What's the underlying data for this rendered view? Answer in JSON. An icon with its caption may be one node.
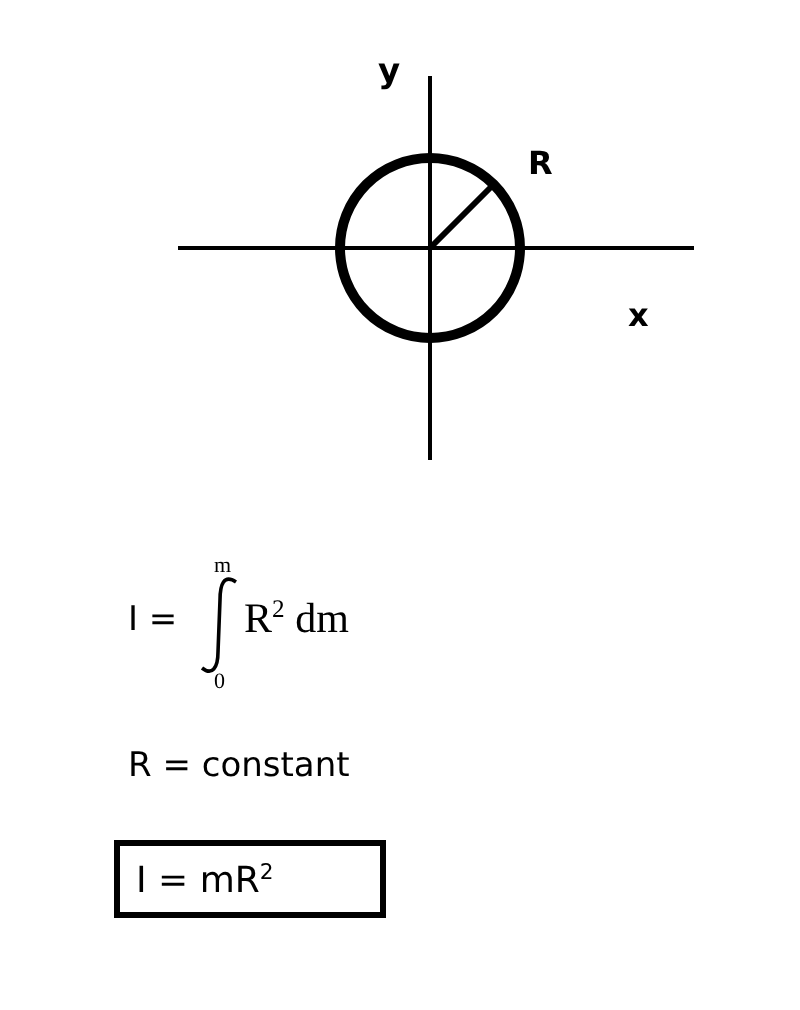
{
  "diagram": {
    "nodes": [
      {
        "text": [
          "I = mR$^{2}$"
        ]
      }
    ],
    "labels": [
      "y",
      "R",
      "x",
      "I =",
      "m",
      "0",
      "R$^{2}$ dm",
      "R = constant"
    ]
  }
}
